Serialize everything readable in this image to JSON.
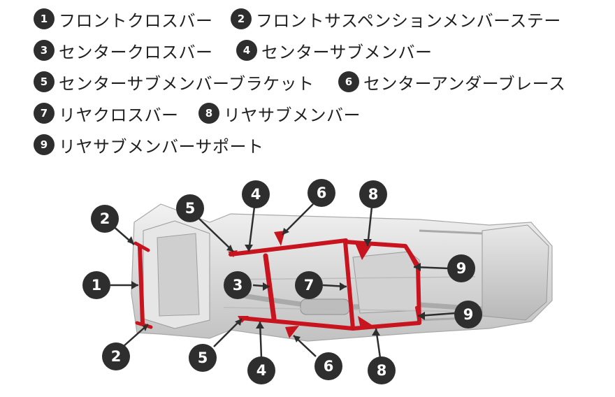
{
  "legend": [
    {
      "num": "1",
      "label": "フロントクロスバー"
    },
    {
      "num": "2",
      "label": "フロントサスペンションメンバーステー"
    },
    {
      "num": "3",
      "label": "センタークロスバー"
    },
    {
      "num": "4",
      "label": "センターサブメンバー"
    },
    {
      "num": "5",
      "label": "センターサブメンバーブラケット"
    },
    {
      "num": "6",
      "label": "センターアンダーブレース"
    },
    {
      "num": "7",
      "label": "リヤクロスバー"
    },
    {
      "num": "8",
      "label": "リヤサブメンバー"
    },
    {
      "num": "9",
      "label": "リヤサブメンバーサポート"
    }
  ],
  "callouts": [
    "2",
    "1",
    "2",
    "5",
    "4",
    "6",
    "8",
    "3",
    "7",
    "9",
    "9",
    "5",
    "4",
    "6",
    "8"
  ],
  "colors": {
    "badge": "#2e2e2e",
    "highlight": "#c8141e",
    "chassis": "#d4d4d4"
  }
}
